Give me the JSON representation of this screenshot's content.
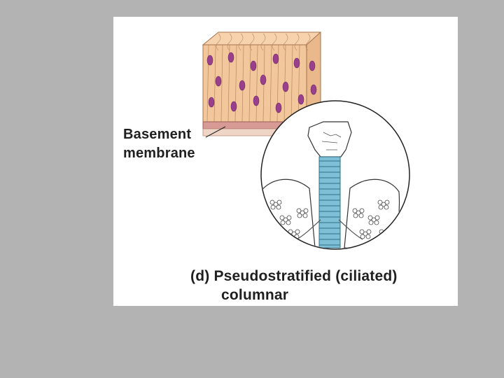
{
  "slide": {
    "background": "#b3b3b3",
    "panel_background": "#ffffff"
  },
  "labels": {
    "basement_line1": "Basement",
    "basement_line2": "membrane",
    "caption_line1": "(d) Pseudostratified (ciliated)",
    "caption_line2": "columnar"
  },
  "colors": {
    "tissue": "#f2c79c",
    "cell_border": "#a5744c",
    "nucleus": "#9a3f8c",
    "membrane": "#d89a94",
    "trachea": "#7fc0d6",
    "outline": "#333333"
  },
  "icons": {
    "tissue_block": "pseudostratified-epithelium-block-illustration",
    "inset": "trachea-bronchi-lungs-illustration"
  }
}
